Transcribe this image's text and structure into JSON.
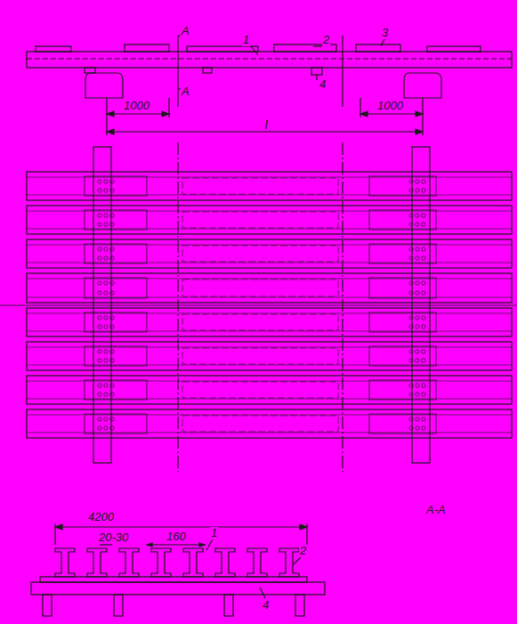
{
  "diagram": {
    "labels": [
      "А",
      "А",
      "1",
      "2",
      "3",
      "4",
      "1000",
      "1000",
      "l",
      "А-А",
      "4200",
      "20-30",
      "160",
      "1",
      "2",
      "4"
    ]
  }
}
